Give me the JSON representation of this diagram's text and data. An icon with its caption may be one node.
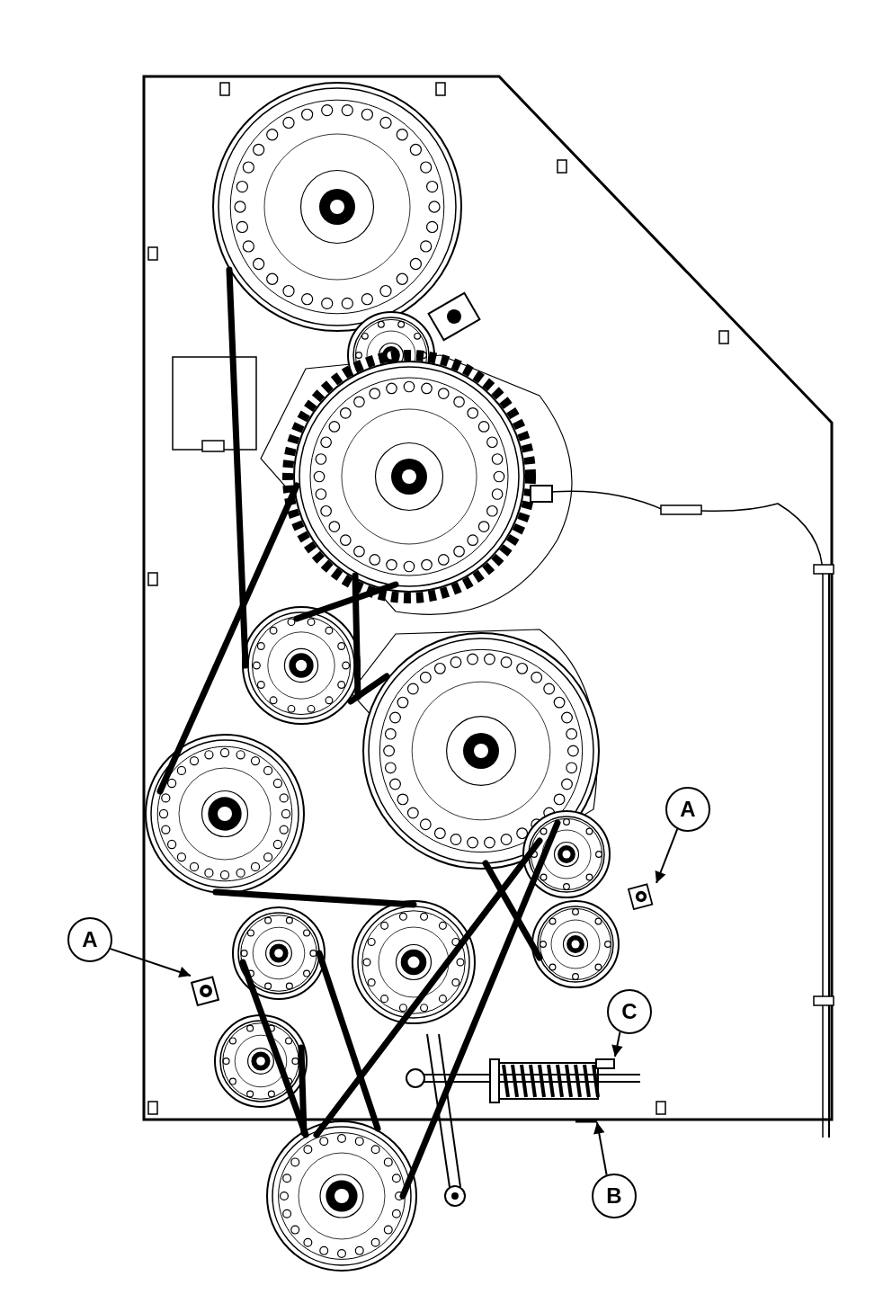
{
  "diagram": {
    "nodes": [
      {
        "text": [
          "A"
        ]
      },
      {
        "text": [],
        "shape": "picture"
      },
      {
        "text": [
          "A"
        ]
      },
      {
        "text": [],
        "shape": "picture"
      },
      {
        "text": [
          "C"
        ]
      },
      {
        "text": [],
        "shape": "box"
      },
      {
        "text": [
          "B"
        ]
      },
      {
        "text": [],
        "shape": "bar"
      }
    ],
    "edges": [
      {
        "from": 0,
        "to": 1,
        "arrow": "to"
      },
      {
        "from": 2,
        "to": 3,
        "arrow": "to"
      },
      {
        "from": 4,
        "to": 5,
        "arrow": "to"
      },
      {
        "from": 6,
        "to": 7,
        "arrow": "to"
      }
    ]
  }
}
